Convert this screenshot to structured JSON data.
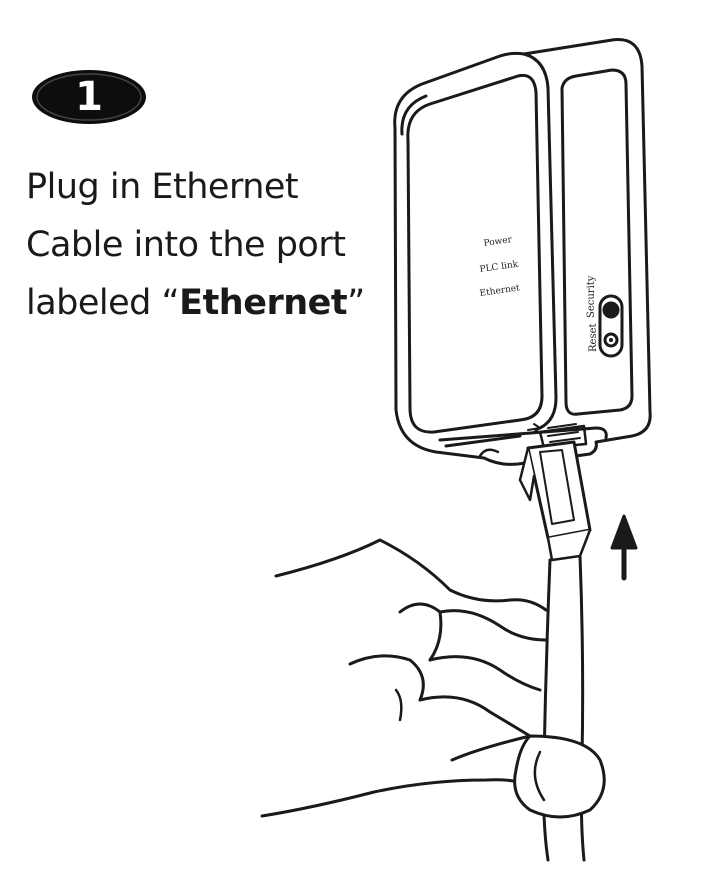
{
  "step": {
    "number": "1"
  },
  "instruction": {
    "line1": "Plug in Ethernet",
    "line2": "Cable into the port",
    "line3_prefix": "labeled “",
    "line3_bold": "Ethernet",
    "line3_suffix": "”"
  },
  "device": {
    "led_labels": [
      "Power",
      "PLC link",
      "Ethernet"
    ],
    "button_labels": [
      "Security",
      "Reset"
    ]
  },
  "colors": {
    "ink": "#1a1a1a",
    "badge": "#0d0d0d",
    "paper": "#ffffff"
  },
  "icons": [
    "up-arrow-icon"
  ]
}
